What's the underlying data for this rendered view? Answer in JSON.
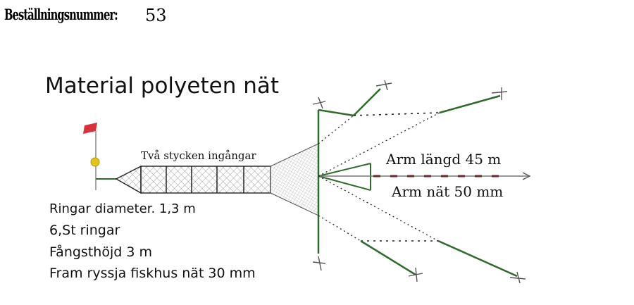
{
  "header": {
    "order_label": "Beställningsnummer:",
    "order_number": "53"
  },
  "diagram": {
    "title": "Material polyeten nät",
    "inlets_label": "Två stycken ingångar",
    "arm_length_label": "Arm längd 45 m",
    "arm_mesh_label": "Arm nät 50 mm",
    "specs": [
      "Ringar diameter. 1,3 m",
      "6,St ringar",
      "Fångsthöjd 3 m",
      "Fram ryssja fiskhus nät 30 mm"
    ],
    "colors": {
      "net_line": "#2f6b2a",
      "rope": "#222222",
      "buoy": "#e3c21a",
      "flag": "#d9313b",
      "mesh": "#9a9a9a"
    }
  }
}
